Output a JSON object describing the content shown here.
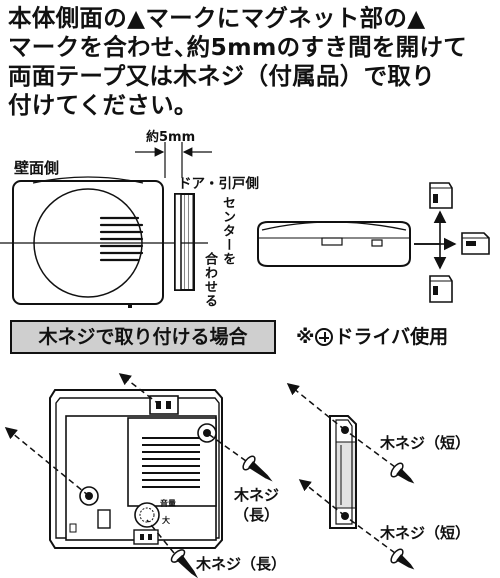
{
  "instruction": {
    "lines": [
      "本体側面の▲マークにマグネット部の▲",
      "マークを合わせ､約5mmのすき間を開けて",
      "両面テープ又は木ネジ（付属品）で取り",
      "付けてください。"
    ]
  },
  "diagram_top": {
    "gap_label": "約5mm",
    "wall_side_label": "壁面側",
    "door_side_label": "ドア・引戸側",
    "center_align_line1": "センターを",
    "center_align_line2": "合わせる"
  },
  "section": {
    "title": "木ネジで取り付ける場合",
    "driver_prefix": "※",
    "driver_suffix": "ドライバ使用"
  },
  "diagram_bottom": {
    "screw_long_1_line1": "木ネジ",
    "screw_long_1_line2": "（長）",
    "screw_long_2": "木ネジ（長）",
    "screw_short_1": "木ネジ（短）",
    "screw_short_2": "木ネジ（短）",
    "dial_label_top": "音量",
    "dial_label_side": "大"
  }
}
